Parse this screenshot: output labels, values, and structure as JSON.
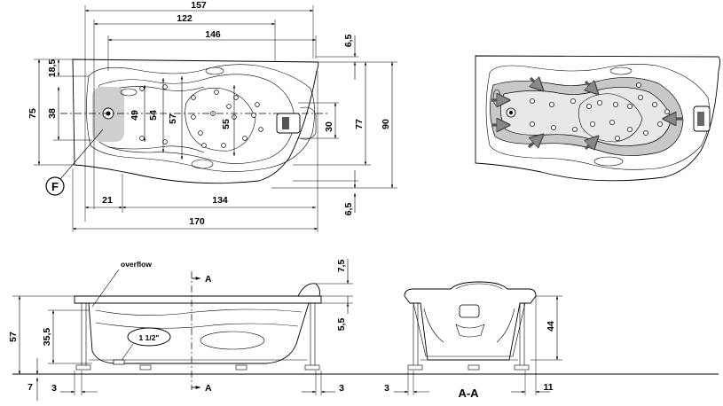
{
  "top_view": {
    "dims": {
      "d157": "157",
      "d122": "122",
      "d146": "146",
      "d6_5_top": "6,5",
      "d6_5_bottom": "6,5",
      "d18_5": "18,5",
      "d75": "75",
      "d38": "38",
      "d49": "49",
      "d54": "54",
      "d57": "57",
      "d55": "55",
      "d30": "30",
      "d77": "77",
      "d90": "90",
      "d21": "21",
      "d134": "134",
      "d170": "170"
    },
    "marker": "F"
  },
  "side_view": {
    "overflow_label": "overflow",
    "drain_label": "1 1/2\"",
    "section_label_top": "A",
    "section_label_bottom": "A",
    "dims": {
      "d7_5": "7,5",
      "d5_5": "5,5",
      "d57": "57",
      "d35_5": "35,5",
      "d7": "7",
      "d3_left": "3",
      "d3_mid": "3",
      "d3_right": "3"
    }
  },
  "section_view": {
    "title": "A-A",
    "dims": {
      "d44": "44",
      "d11": "11"
    }
  }
}
